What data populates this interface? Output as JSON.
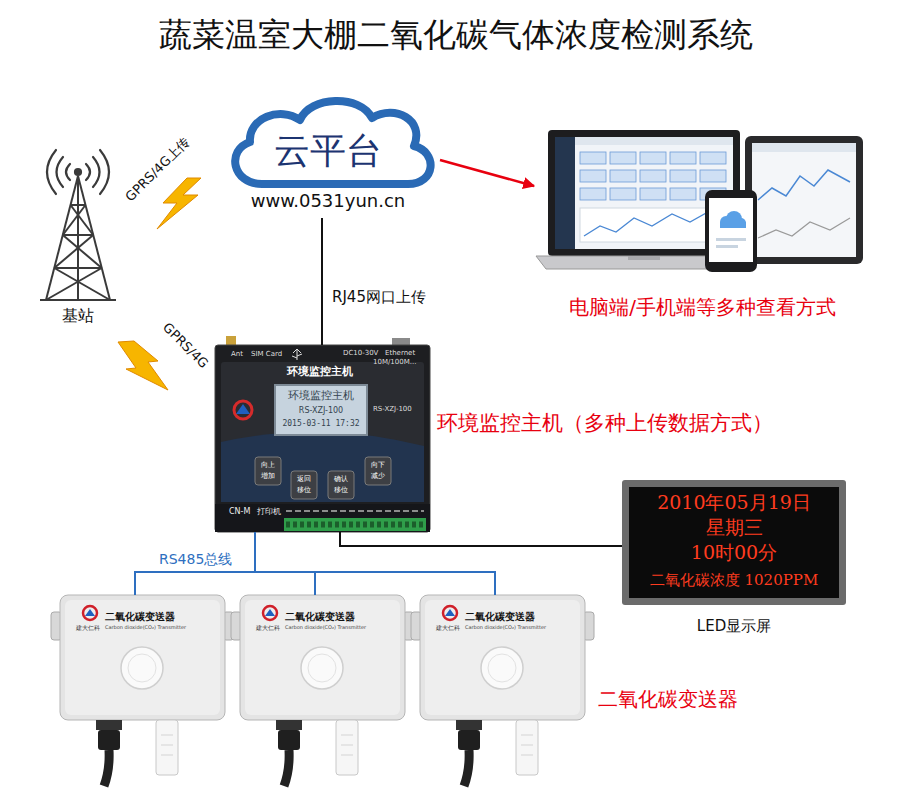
{
  "diagram": {
    "title": "蔬菜温室大棚二氧化碳气体浓度检测系统",
    "nodes": [
      {
        "text": [
          "基站"
        ]
      },
      {
        "text": [
          "云平台",
          "www.0531yun.cn"
        ]
      },
      {
        "text": [
          "电脑端/手机端等多种查看方式"
        ]
      },
      {
        "text": [
          "环境监控主机（多种上传数据方式）",
          "Ant",
          "SIM Card",
          "DC10-30V",
          "Ethernet",
          "10M/100M...",
          "环境监控主机",
          "RS-XZJ-100",
          "CN-M",
          "打印机"
        ]
      },
      {
        "text": [
          "环境监控主机",
          "RS-XZJ-100",
          "2015-03-11 17:32"
        ],
        "in": 3
      },
      {
        "text": [
          "向上",
          "增加"
        ],
        "in": 3
      },
      {
        "text": [
          "返回",
          "移位"
        ],
        "in": 3
      },
      {
        "text": [
          "确认",
          "移位"
        ],
        "in": 3
      },
      {
        "text": [
          "向下",
          "减少"
        ],
        "in": 3
      },
      {
        "text": [
          "2010年05月19日",
          "星期三",
          "10时00分",
          "二氧化碳浓度 1020PPM",
          "LED显示屏"
        ]
      },
      {
        "text": [
          "建大仁科",
          "二氧化碳变送器",
          "Carbon dioxide(CO₂) Transmitter"
        ]
      },
      {
        "text": [
          "建大仁科",
          "二氧化碳变送器",
          "Carbon dioxide(CO₂) Transmitter"
        ]
      },
      {
        "text": [
          "建大仁科",
          "二氧化碳变送器",
          "Carbon dioxide(CO₂) Transmitter"
        ]
      }
    ],
    "edges": [
      {
        "from": 1,
        "to": 2,
        "arrow": "to"
      },
      {
        "from": 1,
        "to": 3,
        "label": "RJ45网口上传",
        "arrow": "none"
      },
      {
        "from": 3,
        "to": 9,
        "arrow": "none"
      },
      {
        "from": 3,
        "to": 10,
        "label": "RS485总线",
        "arrow": "none"
      },
      {
        "from": 3,
        "to": 11,
        "arrow": "none"
      },
      {
        "from": 3,
        "to": 12,
        "arrow": "none"
      }
    ],
    "labels": [
      "GPRS/4G上传",
      "GPRS/4G",
      "二氧化碳变送器"
    ]
  }
}
